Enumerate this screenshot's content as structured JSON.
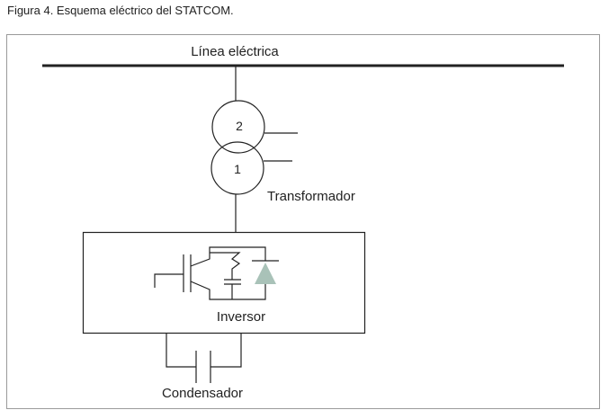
{
  "caption": "Figura 4. Esquema eléctrico del STATCOM.",
  "labels": {
    "line": "Línea eléctrica",
    "winding_2": "2",
    "winding_1": "1",
    "transformer": "Transformador",
    "inverter": "Inversor",
    "capacitor": "Condensador"
  },
  "colors": {
    "diode": "#a9c2b8",
    "frame": "#9a9a9a",
    "stroke": "#222222"
  }
}
